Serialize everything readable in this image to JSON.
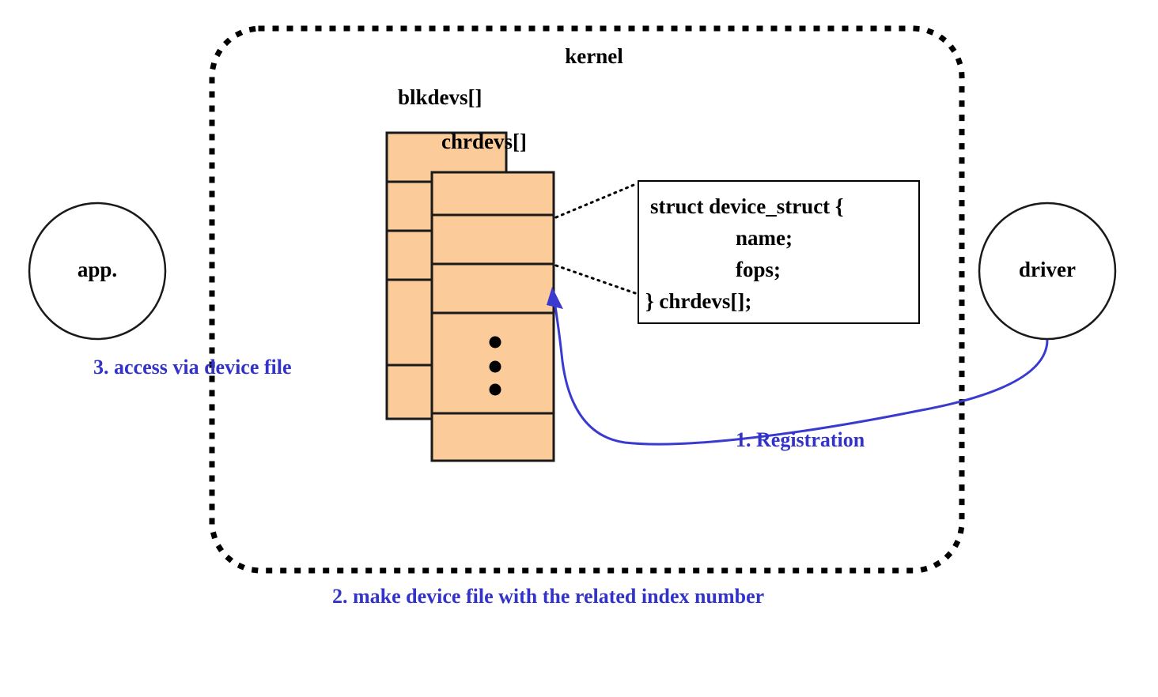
{
  "diagram": {
    "title_kernel": "kernel",
    "boundary": {
      "style": "dotted-rounded-rect",
      "color": "#000000"
    },
    "colors": {
      "cell_fill": "#fbcc99",
      "cell_stroke": "#1a1a1a",
      "accent_blue": "#3333cc",
      "arrow_blue": "#3a3ad0",
      "text_black": "#000000",
      "background": "#ffffff"
    },
    "nodes": {
      "app": {
        "label": "app.",
        "shape": "circle"
      },
      "driver": {
        "label": "driver",
        "shape": "circle"
      }
    },
    "tables": {
      "blkdevs": {
        "label": "blkdevs[]",
        "rows": 5,
        "cells": [
          "",
          "",
          "",
          "",
          ""
        ]
      },
      "chrdevs": {
        "label": "chrdevs[]",
        "rows": 5,
        "cells": [
          "",
          "",
          "",
          "• • •",
          ""
        ],
        "ellipsis_dots": 3
      }
    },
    "struct_box": {
      "lines": [
        "struct device_struct {",
        "name;",
        "fops;",
        "} chrdevs[];"
      ]
    },
    "annotations": [
      {
        "id": "step-1",
        "text": "1. Registration"
      },
      {
        "id": "step-2",
        "text": "2. make device file with the related index number"
      },
      {
        "id": "step-3",
        "text": "3. access via device file"
      }
    ],
    "connectors": [
      {
        "from": "driver",
        "to": "chrdevs-row-3",
        "style": "curved-arrow",
        "color": "#3a3ad0"
      },
      {
        "from": "chrdevs-row-3-top",
        "to": "struct-box-top-left",
        "style": "dotted-leader"
      },
      {
        "from": "chrdevs-row-3-bottom",
        "to": "struct-box-bottom-left",
        "style": "dotted-leader"
      }
    ]
  }
}
